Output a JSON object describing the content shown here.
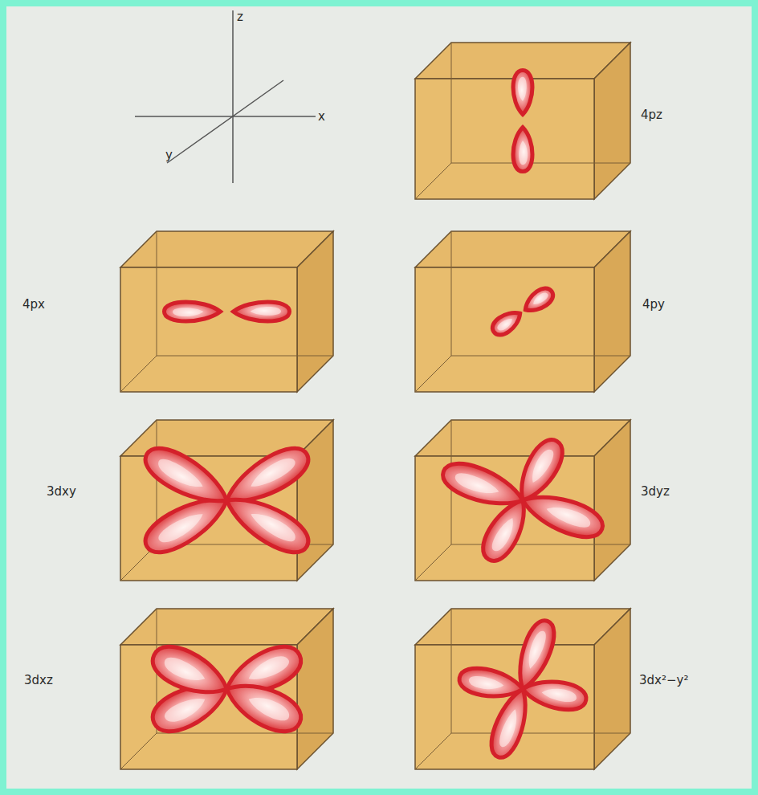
{
  "diagram": {
    "labels": [
      "z",
      "x",
      "y",
      "4pz",
      "4px",
      "4py",
      "3dxy",
      "3dyz",
      "3dxz",
      "3dx²−y²"
    ]
  }
}
